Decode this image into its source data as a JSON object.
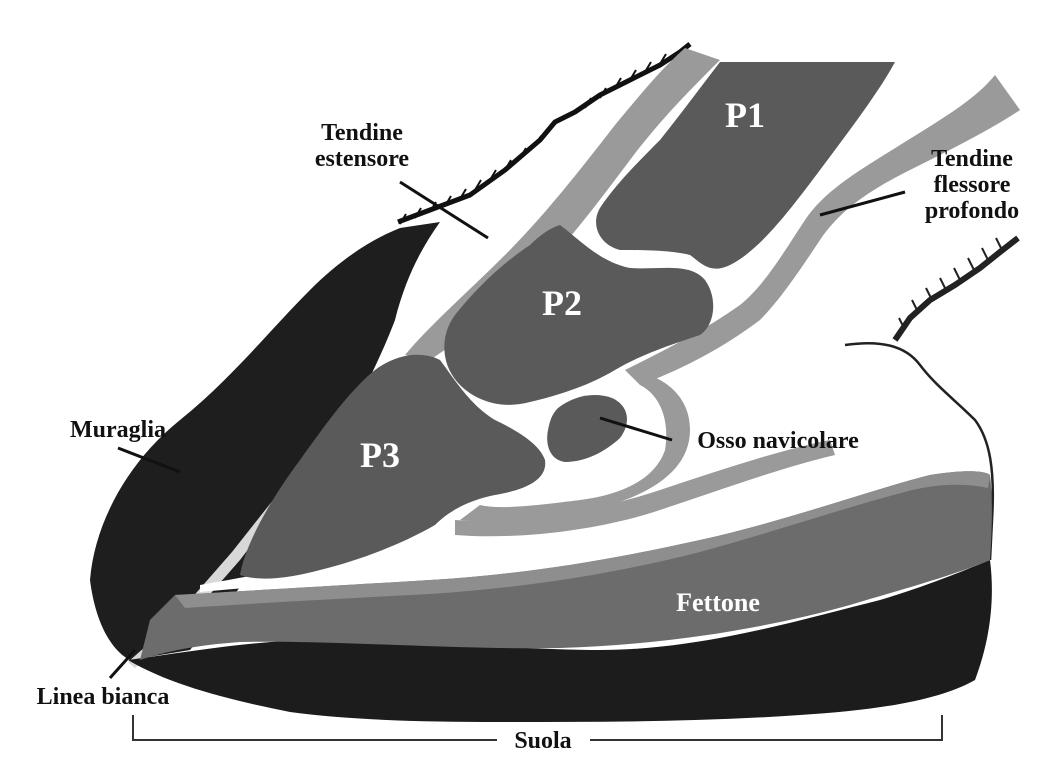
{
  "labels": {
    "extensor_tendon_line1": "Tendine",
    "extensor_tendon_line2": "estensore",
    "p1": "P1",
    "p2": "P2",
    "p3": "P3",
    "flexor_tendon_line1": "Tendine",
    "flexor_tendon_line2": "flessore",
    "flexor_tendon_line3": "profondo",
    "hoof_wall": "Muraglia",
    "navicular_bone": "Osso navicolare",
    "frog": "Fettone",
    "white_line": "Linea bianca",
    "sole": "Suola"
  },
  "colors": {
    "wall": "#1e1e1e",
    "sole": "#1c1c1c",
    "bone": "#5a5a5a",
    "tendon": "#9a9a9a",
    "frog": "#6c6c6c",
    "frog_edge": "#8e8e8e",
    "white_line": "#d8d8d8",
    "background": "#ffffff"
  }
}
